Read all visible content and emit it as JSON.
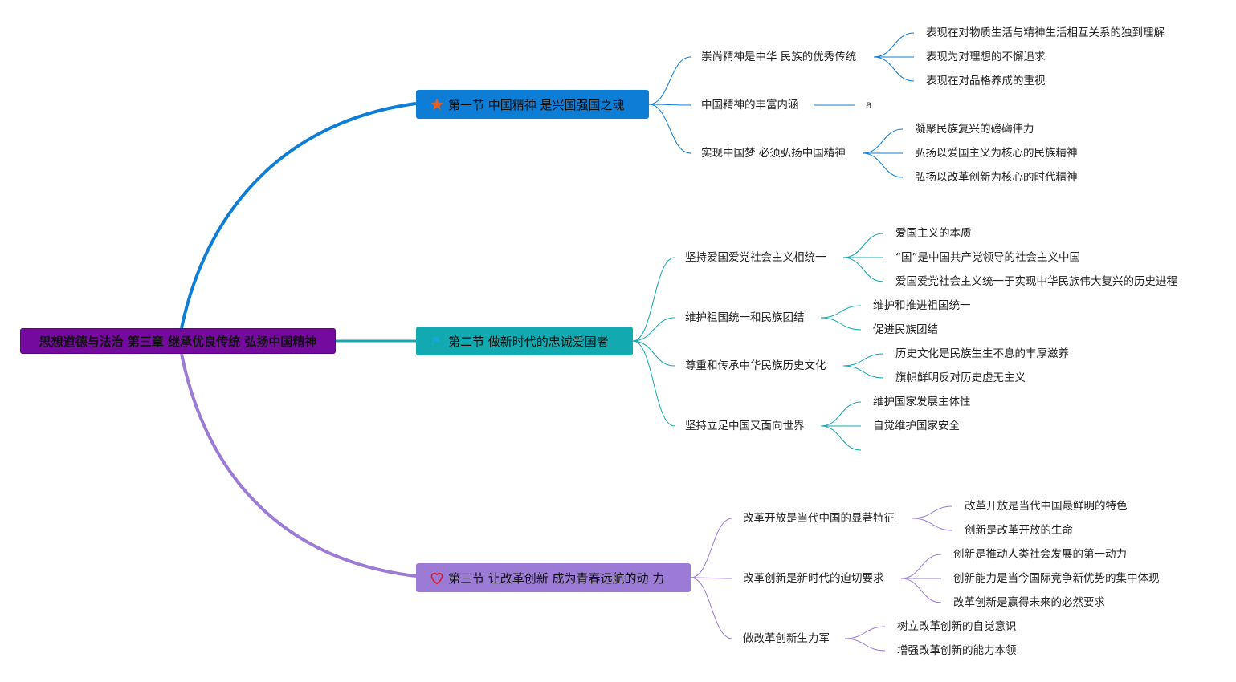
{
  "root": {
    "label": "思想道德与法治 第三章 继承优良传统 弘扬中国精神"
  },
  "sections": [
    {
      "label": "第一节 中国精神 是兴国强国之魂",
      "icon": "star-icon",
      "color": "#0e7dd6",
      "topics": [
        {
          "label": "崇尚精神是中华 民族的优秀传统",
          "items": [
            "表现在对物质生活与精神生活相互关系的独到理解",
            "表现为对理想的不懈追求",
            "表现在对品格养成的重视"
          ]
        },
        {
          "label": "中国精神的丰富内涵",
          "items": [
            "a"
          ]
        },
        {
          "label": "实现中国梦 必须弘扬中国精神",
          "items": [
            "凝聚民族复兴的磅礴伟力",
            "弘扬以爱国主义为核心的民族精神",
            "弘扬以改革创新为核心的时代精神"
          ]
        }
      ]
    },
    {
      "label": "第二节 做新时代的忠诚爱国者",
      "icon": "flag-icon",
      "color": "#12aab0",
      "topics": [
        {
          "label": "坚持爱国爱党社会主义相统一",
          "items": [
            "爱国主义的本质",
            "“国”是中国共产党领导的社会主义中国",
            "爱国爱党社会主义统一于实现中华民族伟大复兴的历史进程"
          ]
        },
        {
          "label": "维护祖国统一和民族团结",
          "items": [
            "维护和推进祖国统一",
            "促进民族团结"
          ]
        },
        {
          "label": "尊重和传承中华民族历史文化",
          "items": [
            "历史文化是民族生生不息的丰厚滋养",
            "旗帜鲜明反对历史虚无主义"
          ]
        },
        {
          "label": "坚持立足中国又面向世界",
          "items": [
            "维护国家发展主体性",
            "自觉维护国家安全",
            ""
          ]
        }
      ]
    },
    {
      "label": "第三节 让改革创新 成为青春远航的动 力",
      "icon": "heart-icon",
      "color": "#9b7bd6",
      "topics": [
        {
          "label": "改革开放是当代中国的显著特征",
          "items": [
            "改革开放是当代中国最鲜明的特色",
            "创新是改革开放的生命"
          ]
        },
        {
          "label": "改革创新是新时代的迫切要求",
          "items": [
            "创新是推动人类社会发展的第一动力",
            "创新能力是当今国际竞争新优势的集中体现",
            "改革创新是赢得未来的必然要求"
          ]
        },
        {
          "label": "做改革创新生力军",
          "items": [
            "树立改革创新的自觉意识",
            "增强改革创新的能力本领"
          ]
        }
      ]
    }
  ]
}
